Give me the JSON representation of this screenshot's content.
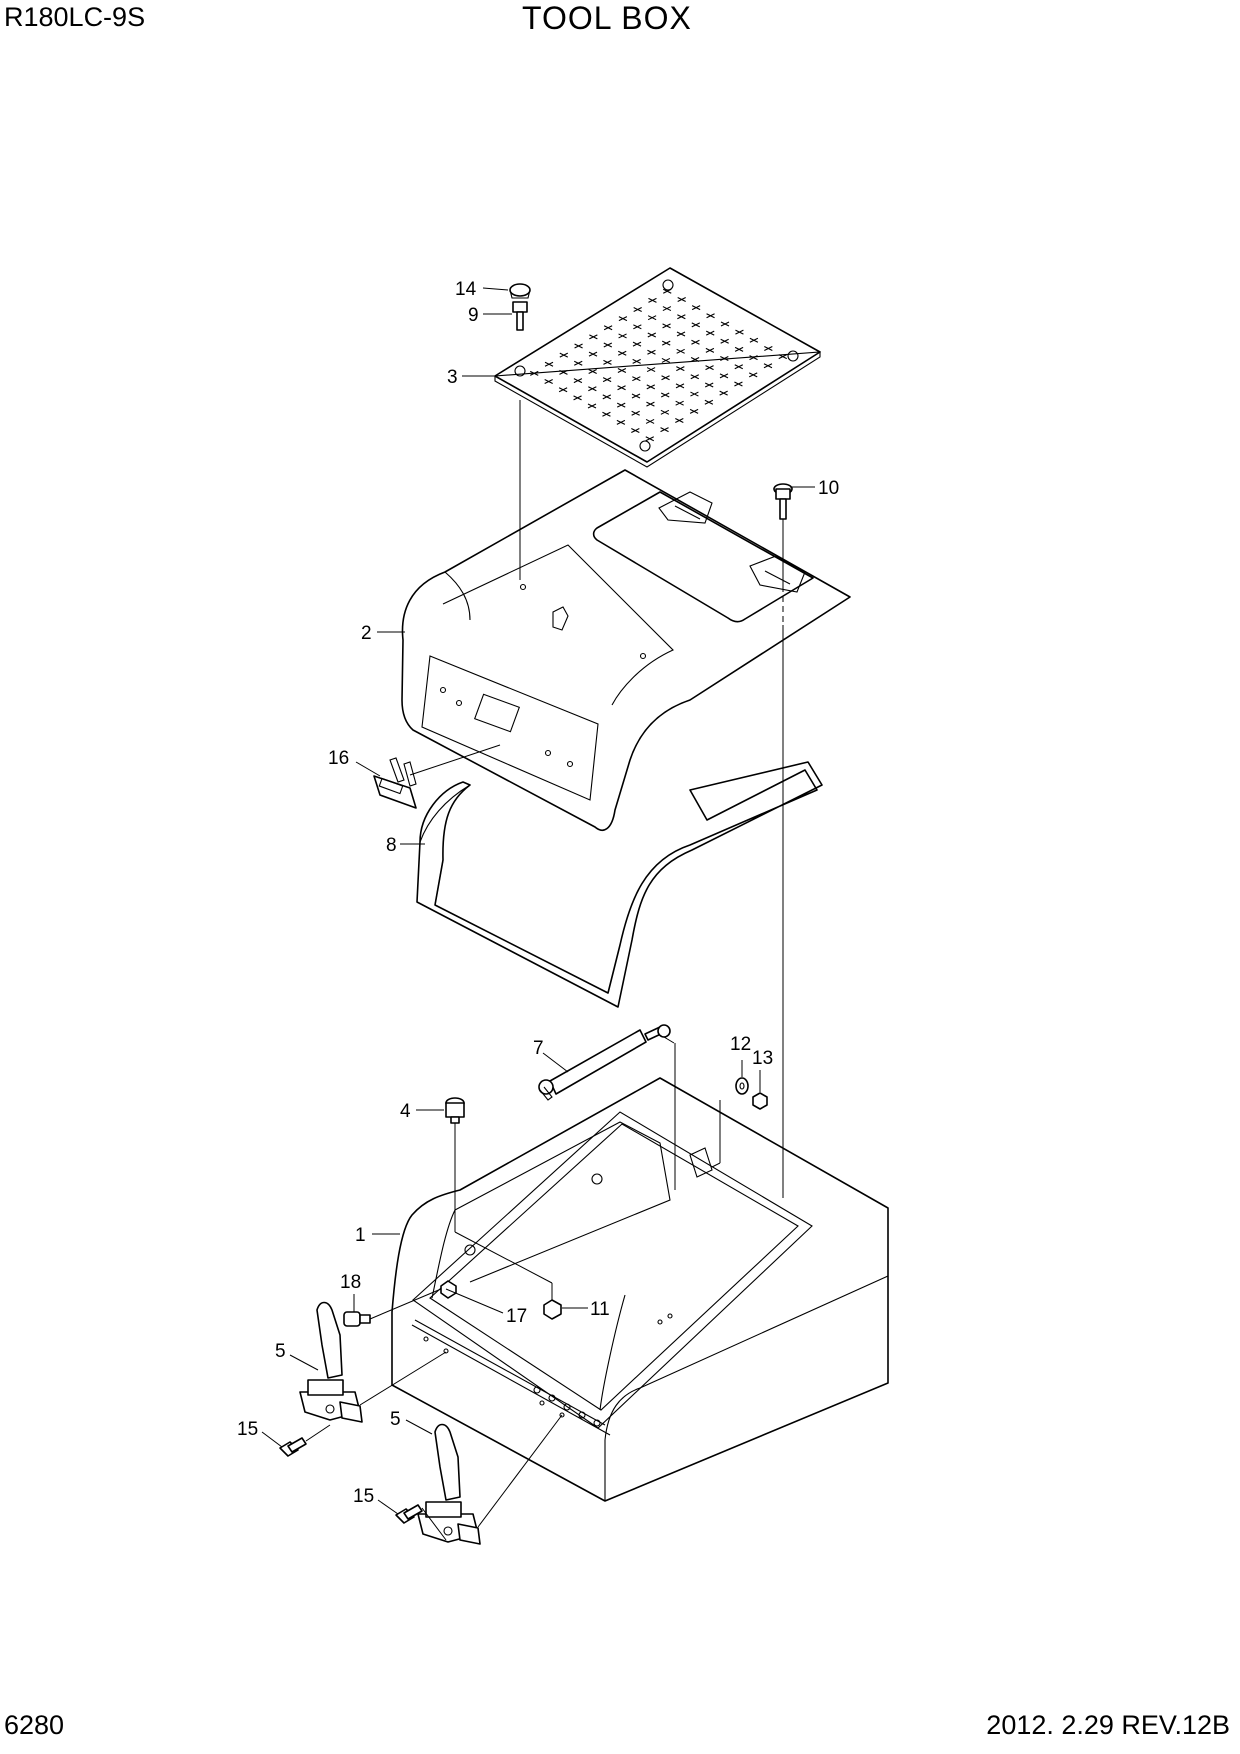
{
  "header": {
    "model": "R180LC-9S",
    "title": "TOOL BOX"
  },
  "footer": {
    "page_number": "6280",
    "revision": "2012. 2.29  REV.12B"
  },
  "callouts": {
    "c1": "1",
    "c2": "2",
    "c3": "3",
    "c4": "4",
    "c5a": "5",
    "c5b": "5",
    "c7": "7",
    "c8": "8",
    "c9": "9",
    "c10": "10",
    "c11": "11",
    "c12": "12",
    "c13": "13",
    "c14": "14",
    "c15a": "15",
    "c15b": "15",
    "c16": "16",
    "c17": "17",
    "c18": "18"
  }
}
